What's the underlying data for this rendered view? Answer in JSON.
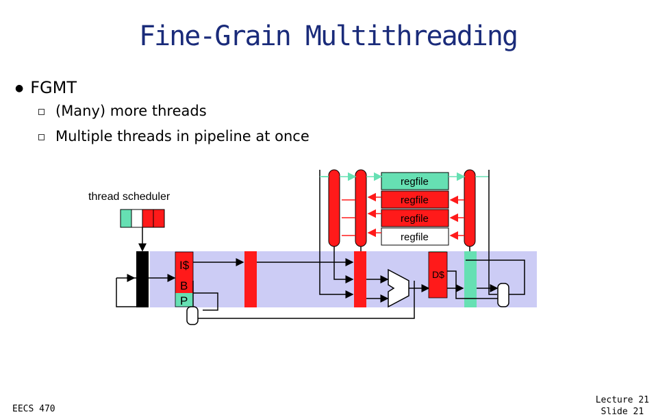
{
  "slide": {
    "title": "Fine-Grain Multithreading",
    "bullet": "FGMT",
    "sub_bullets": [
      "(Many) more threads",
      "Multiple threads in pipeline at once"
    ]
  },
  "diagram": {
    "scheduler_label": "thread scheduler",
    "regfile_labels": [
      "regfile",
      "regfile",
      "regfile",
      "regfile"
    ],
    "icache_label": "I$",
    "bp_label_1": "B",
    "bp_label_2": "P",
    "dcache_label": "D$"
  },
  "footer": {
    "course": "EECS 470",
    "lecture": "Lecture 21",
    "slide": "Slide 21"
  },
  "colors": {
    "title": "#1a2b7a",
    "thread_a": "#66e0b3",
    "thread_b": "#ff1a1a",
    "pipeline_band": "#ccccf5",
    "scheduler_bar": "#000000"
  }
}
